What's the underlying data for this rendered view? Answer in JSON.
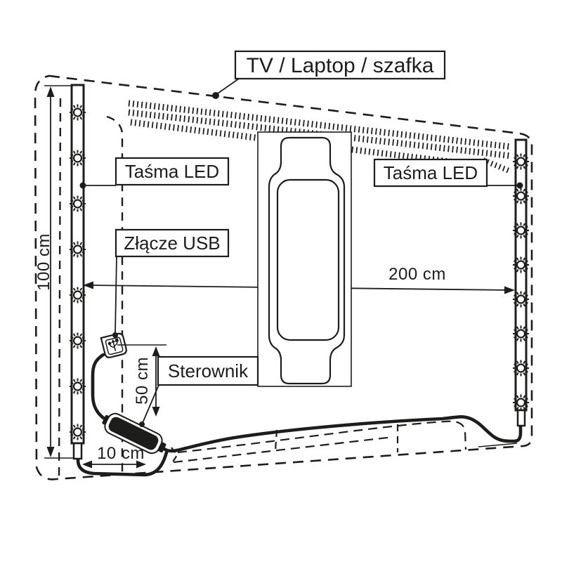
{
  "diagram": {
    "callouts": {
      "tv": "TV / Laptop / szafka",
      "led_left": "Taśma LED",
      "led_right": "Taśma LED",
      "usb": "Złącze USB",
      "controller": "Sterownik"
    },
    "dimensions": {
      "height": "100 cm",
      "width": "200 cm",
      "usb_drop": "50 cm",
      "loop": "10 cm"
    },
    "icons": {
      "usb_plug": "usb-trident-icon",
      "led": "led-star-icon"
    },
    "colors": {
      "ink": "#1d1d1b",
      "background": "#ffffff"
    }
  }
}
